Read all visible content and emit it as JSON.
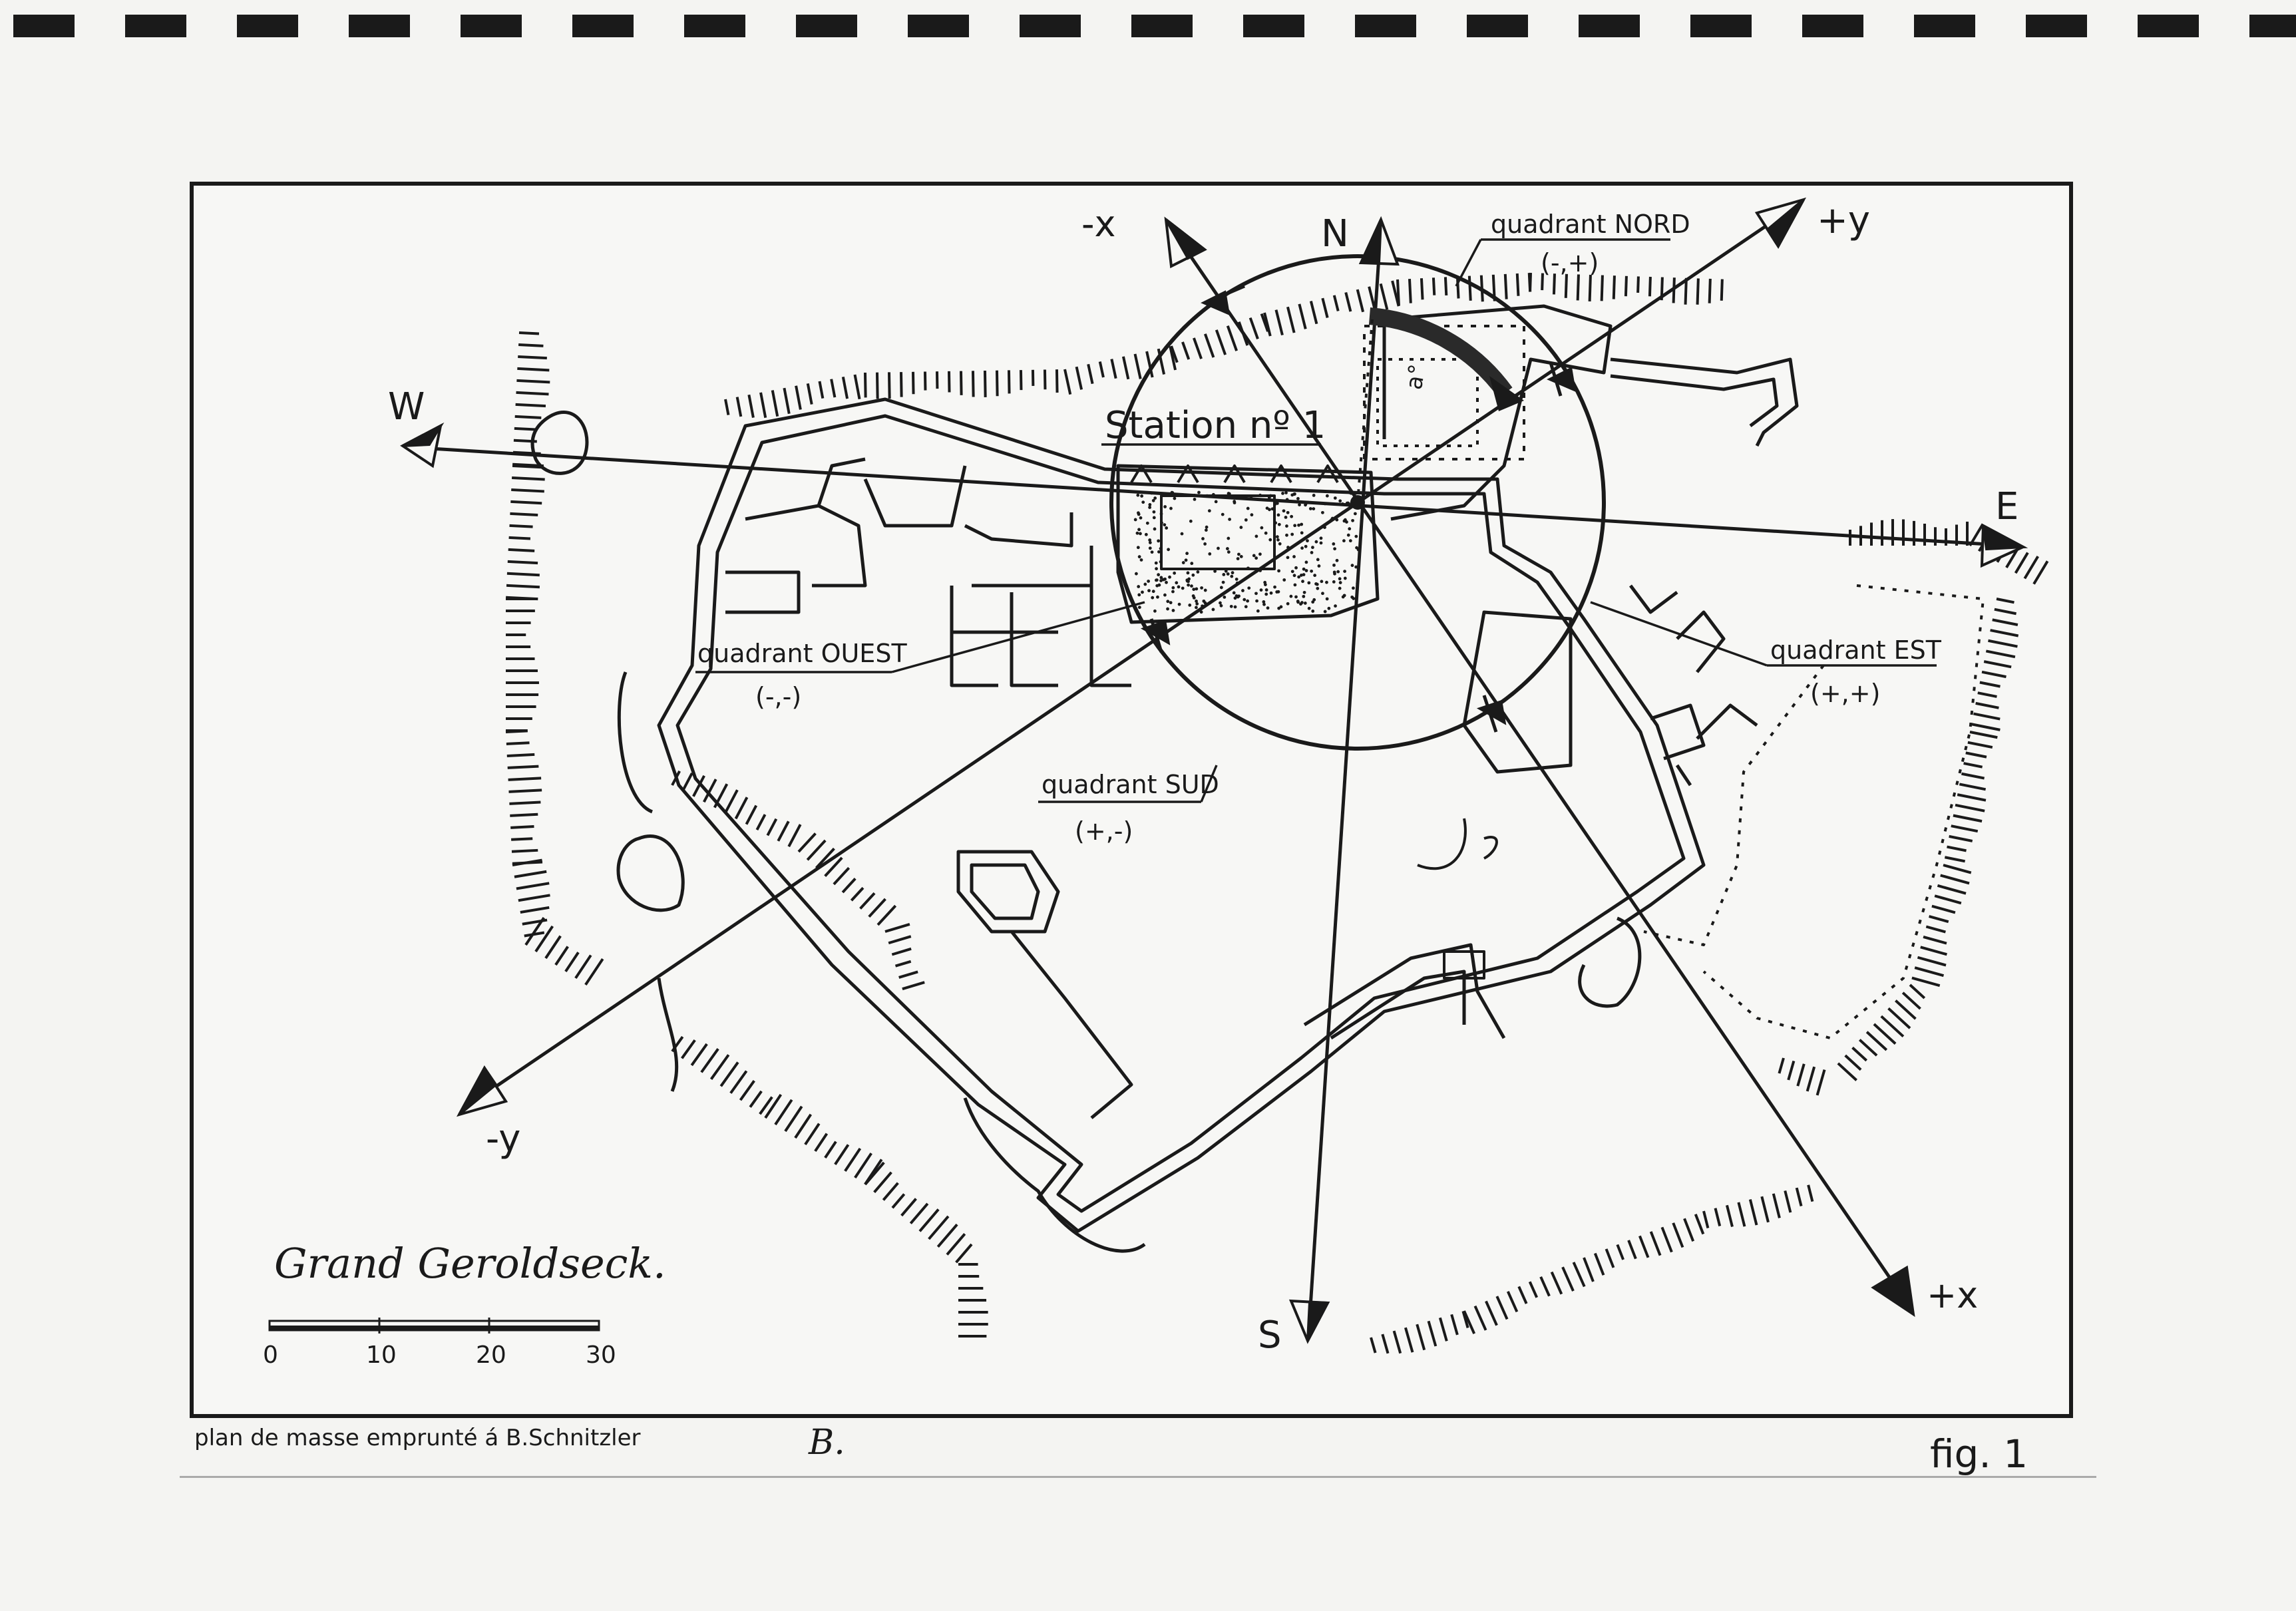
{
  "figure": {
    "title": "Grand Geroldseck.",
    "figure_number": "fig. 1",
    "credit": "plan de masse emprunté á B.Schnitzler",
    "signature": "B."
  },
  "axes": {
    "minus_x": "-x",
    "plus_x": "+x",
    "minus_y": "-y",
    "plus_y": "+y"
  },
  "compass": {
    "north": "N",
    "south": "S",
    "east": "E",
    "west": "W"
  },
  "station": {
    "label": "Station nº 1",
    "angle_label": "a°"
  },
  "quadrants": {
    "nord": {
      "name": "quadrant NORD",
      "signs": "(-,+)"
    },
    "ouest": {
      "name": "quadrant OUEST",
      "signs": "(-,-)"
    },
    "est": {
      "name": "quadrant EST",
      "signs": "(+,+)"
    },
    "sud": {
      "name": "quadrant SUD",
      "signs": "(+,-)"
    }
  },
  "scale_bar": {
    "ticks": [
      "0",
      "10",
      "20",
      "30"
    ]
  },
  "colors": {
    "ink": "#1a1a1a",
    "paper": "#f4f4f2",
    "frame_bg": "#f7f7f5"
  }
}
